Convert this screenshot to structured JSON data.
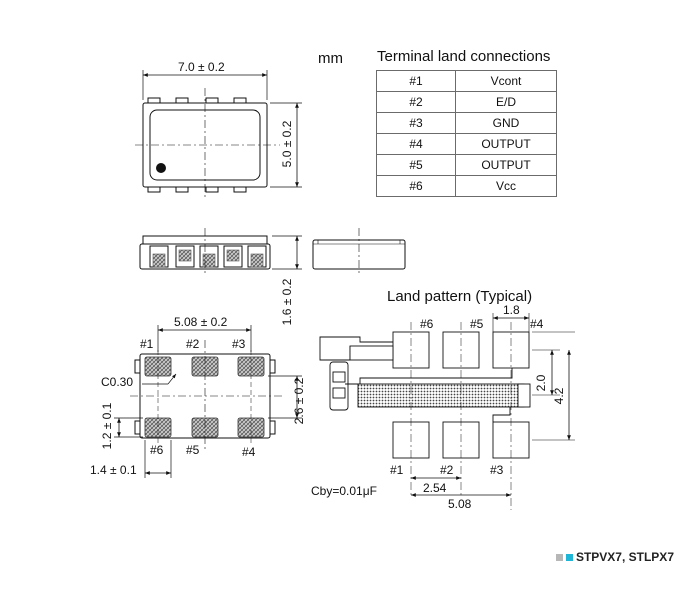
{
  "unit": "mm",
  "terminal_table": {
    "title": "Terminal land connections",
    "rows": [
      {
        "pin": "#1",
        "name": "Vcont"
      },
      {
        "pin": "#2",
        "name": "E/D"
      },
      {
        "pin": "#3",
        "name": "GND"
      },
      {
        "pin": "#4",
        "name": "OUTPUT"
      },
      {
        "pin": "#5",
        "name": "OUTPUT"
      },
      {
        "pin": "#6",
        "name": "Vcc"
      }
    ]
  },
  "dimensions": {
    "length": "7.0 ± 0.2",
    "width": "5.0 ± 0.2",
    "height": "1.6 ± 0.2",
    "pad_pitch_span": "5.08 ± 0.2",
    "pad_row_gap": "2.6 ± 0.2",
    "pad_height": "1.2 ± 0.1",
    "pad_width": "1.4 ± 0.1",
    "chamfer": "C0.30"
  },
  "bottom_pins": [
    "#1",
    "#2",
    "#3",
    "#6",
    "#5",
    "#4"
  ],
  "land_pattern": {
    "title": "Land pattern (Typical)",
    "top_labels": [
      "#6",
      "#5",
      "#4"
    ],
    "bottom_labels": [
      "#1",
      "#2",
      "#3"
    ],
    "dim_top": "1.8",
    "dim_right_a": "2.0",
    "dim_right_b": "4.2",
    "dim_bottom_a": "2.54",
    "dim_bottom_b": "5.08",
    "capacitor": "Cby=0.01μF"
  },
  "footer": {
    "text": "STPVX7, STLPX7",
    "colors": [
      "#b7b7b7",
      "#1fb5d6"
    ]
  }
}
